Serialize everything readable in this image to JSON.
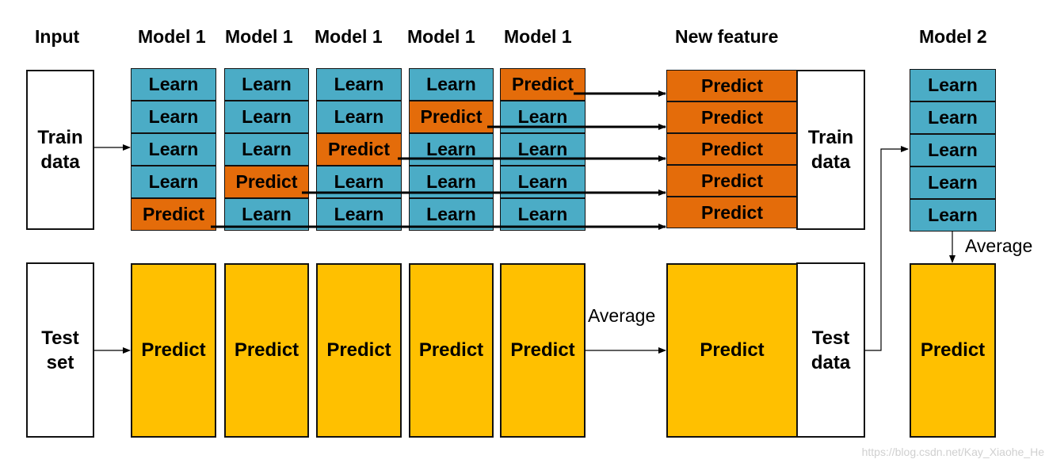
{
  "headers": {
    "input": "Input",
    "model1": "Model 1",
    "new_feature": "New feature",
    "model2": "Model 2"
  },
  "labels": {
    "train_data": "Train data",
    "test_set": "Test set",
    "test_data": "Test data",
    "learn": "Learn",
    "predict": "Predict",
    "average": "Average"
  },
  "watermark": "https://blog.csdn.net/Kay_Xiaohe_He",
  "colors": {
    "learn": "#4bacc6",
    "predict": "#e46c0a",
    "test_predict": "#ffc000",
    "border": "#111111"
  }
}
